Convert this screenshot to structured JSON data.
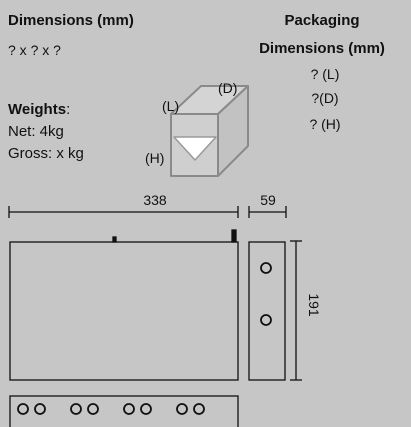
{
  "dimensions": {
    "title": "Dimensions (mm)",
    "value": "? x ? x ?"
  },
  "weights": {
    "title": "Weights",
    "colon": ":",
    "net": "Net: 4kg",
    "gross": "Gross: x kg"
  },
  "packaging": {
    "title_line1": "Packaging",
    "title_line2": "Dimensions (mm)",
    "length": "? (L)",
    "depth": "?(D)",
    "height": "? (H)"
  },
  "box_labels": {
    "l": "(L)",
    "d": "(D)",
    "h": "(H)"
  },
  "drawing": {
    "width": "338",
    "depth": "59",
    "height": "191"
  },
  "colors": {
    "background": "#c6c6c6",
    "line": "#111111",
    "box_stroke": "#8a8a8a",
    "box_fill": "#d0d0d0",
    "envelope": "#ffffff"
  },
  "icons": {
    "package": "package-box-icon"
  }
}
